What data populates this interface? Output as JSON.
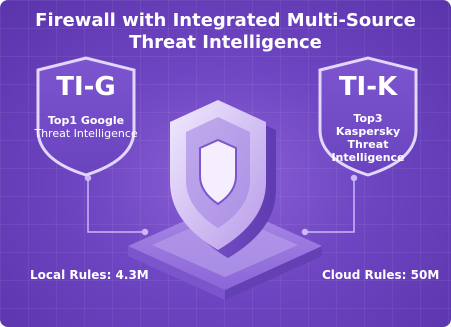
{
  "title": {
    "line1": "Firewall with Integrated Multi-Source",
    "line2": "Threat Intelligence"
  },
  "left_badge": {
    "code": "TI-G",
    "line1": "Top1 Google",
    "line2": "Threat Intelligence"
  },
  "right_badge": {
    "code": "TI-K",
    "line1": "Top3",
    "line2": "Kaspersky",
    "line3": "Threat",
    "line4": "Intelligence"
  },
  "local_rules": "Local Rules: 4.3M",
  "cloud_rules": "Cloud Rules: 50M",
  "colors": {
    "background": "#6e45c2",
    "shield_light": "#e7dcfb",
    "shield_dark": "#9f7fe0",
    "accent_line": "#cbb8f5"
  }
}
